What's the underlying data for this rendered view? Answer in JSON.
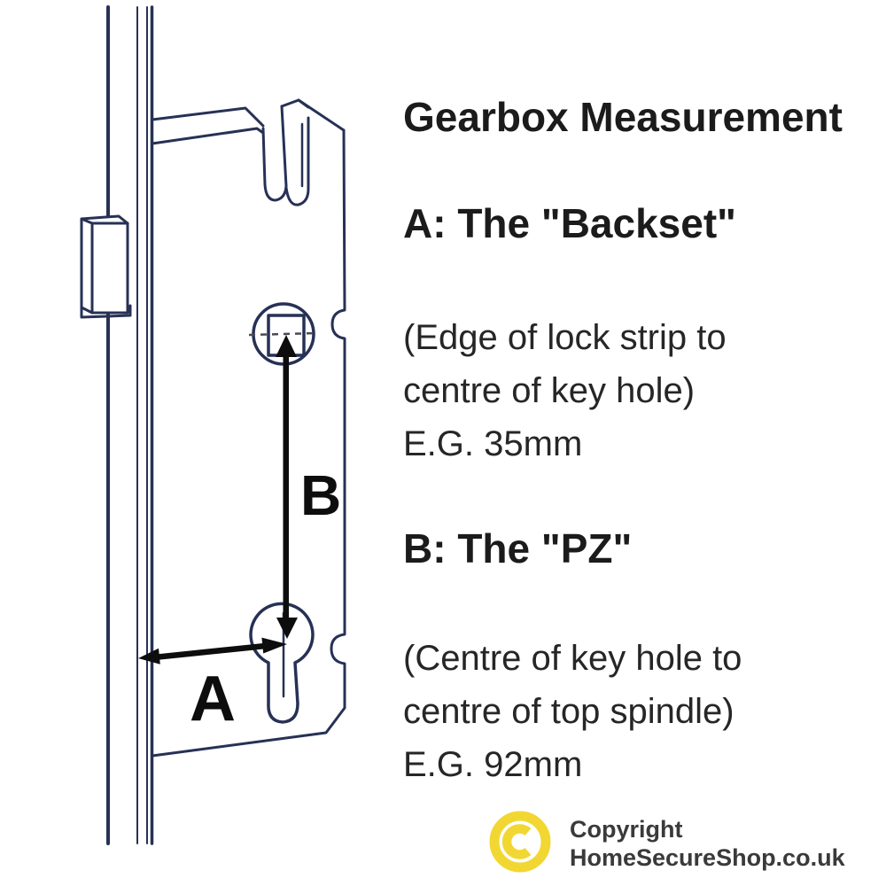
{
  "page": {
    "background_color": "#ffffff"
  },
  "diagram": {
    "description": "multipoint-lock-gearbox-line-drawing",
    "line_color": "#273156",
    "arrow_color": "#0d0d0d",
    "dash_color": "#4a4a55",
    "labels": {
      "backset": "A",
      "pz": "B"
    }
  },
  "content": {
    "title": "Gearbox Measurement",
    "section_a": {
      "heading": "A: The \"Backset\"",
      "lines": [
        "(Edge of lock strip to",
        "centre of key hole)",
        "E.G. 35mm"
      ]
    },
    "section_b": {
      "heading": "B: The \"PZ\"",
      "lines": [
        "(Centre of key hole to",
        "centre of top spindle)",
        "E.G. 92mm"
      ]
    }
  },
  "footer": {
    "symbol": "C",
    "line1": "Copyright",
    "line2": "HomeSecureShop.co.uk",
    "logo_color": "#F2D733",
    "text_color": "#3A3A3A"
  }
}
